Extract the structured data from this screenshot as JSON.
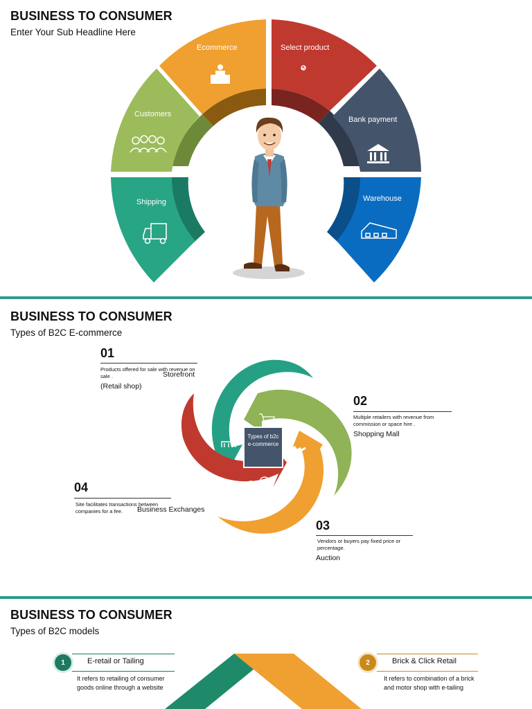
{
  "slide1": {
    "title": "BUSINESS TO CONSUMER",
    "subtitle": "Enter Your Sub Headline Here",
    "segments": {
      "ecommerce": "Ecommerce",
      "select_product": "Select product",
      "customers": "Customers",
      "bank_payment": "Bank payment",
      "shipping": "Shipping",
      "warehouse": "Warehouse"
    },
    "colors": {
      "ecommerce": "#f0a030",
      "select_product": "#c0392f",
      "customers": "#9cbb5a",
      "bank_payment": "#44546a",
      "shipping": "#28a584",
      "warehouse": "#0a6cc0"
    }
  },
  "slide2": {
    "title": "BUSINESS TO CONSUMER",
    "subtitle": "Types of B2C E-commerce",
    "center_label": "Types of b2c e-commerce",
    "items": [
      {
        "num": "01",
        "desc": "Products offered for sale with revenue on sale .",
        "name": "Storefront",
        "extra": "(Retail shop)"
      },
      {
        "num": "02",
        "desc": "Multiple retailers with revenue from commission or space hire .",
        "name": "Shopping Mall"
      },
      {
        "num": "03",
        "desc": "Vendors or buyers pay fixed price or percentage.",
        "name": "Auction"
      },
      {
        "num": "04",
        "desc": "Site facilitates transactions between companies for a fee.",
        "name": "Business Exchanges"
      }
    ]
  },
  "slide3": {
    "title": "BUSINESS TO CONSUMER",
    "subtitle": "Types of B2C models",
    "models": [
      {
        "num": "1",
        "heading": "E-retail or Tailing",
        "desc": "It refers to retailing of consumer goods online through a website",
        "color": "#1e7a5e"
      },
      {
        "num": "2",
        "heading": "Brick & Click Retail",
        "desc": "It refers to combination of a brick and motor shop with e-tailing",
        "color": "#c98a1a"
      }
    ]
  }
}
